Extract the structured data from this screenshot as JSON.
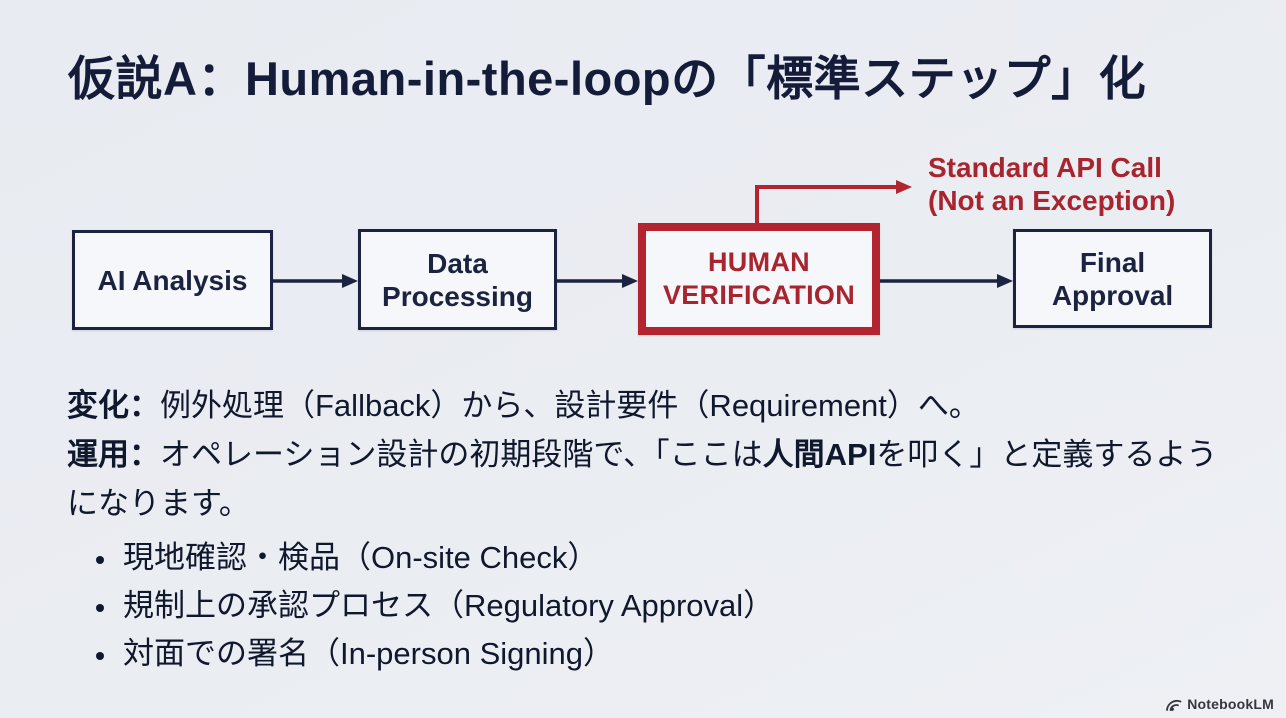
{
  "colors": {
    "background": "#eaedf2",
    "navy": "#1b2341",
    "title_navy": "#141c3a",
    "red_accent": "#b2242f",
    "red_text": "#a8242e",
    "box_fill": "#f5f7fa",
    "body_text": "#10182e",
    "footer_text": "#33383f"
  },
  "title": "仮説A：Human-in-the-loopの「標準ステップ」化",
  "flow": {
    "boxes": [
      {
        "id": "ai-analysis",
        "label": "AI Analysis",
        "highlight": false
      },
      {
        "id": "data-processing",
        "label": "Data Processing",
        "highlight": false
      },
      {
        "id": "human-verification",
        "label": "HUMAN VERIFICATION",
        "highlight": true
      },
      {
        "id": "final-approval",
        "label": "Final Approval",
        "highlight": false
      }
    ],
    "callout": {
      "line1": "Standard API Call",
      "line2": "(Not an Exception)"
    }
  },
  "body": {
    "change_label": "変化：",
    "change_text": "例外処理（Fallback）から、設計要件（Requirement）へ。",
    "operation_label": "運用：",
    "operation_pre": "オペレーション設計の初期段階で、「ここは",
    "operation_bold": "人間API",
    "operation_post": "を叩く」と定義するようになります。",
    "bullets": [
      "現地確認・検品（On-site Check）",
      "規制上の承認プロセス（Regulatory Approval）",
      "対面での署名（In-person Signing）"
    ]
  },
  "footer": {
    "brand": "NotebookLM"
  }
}
